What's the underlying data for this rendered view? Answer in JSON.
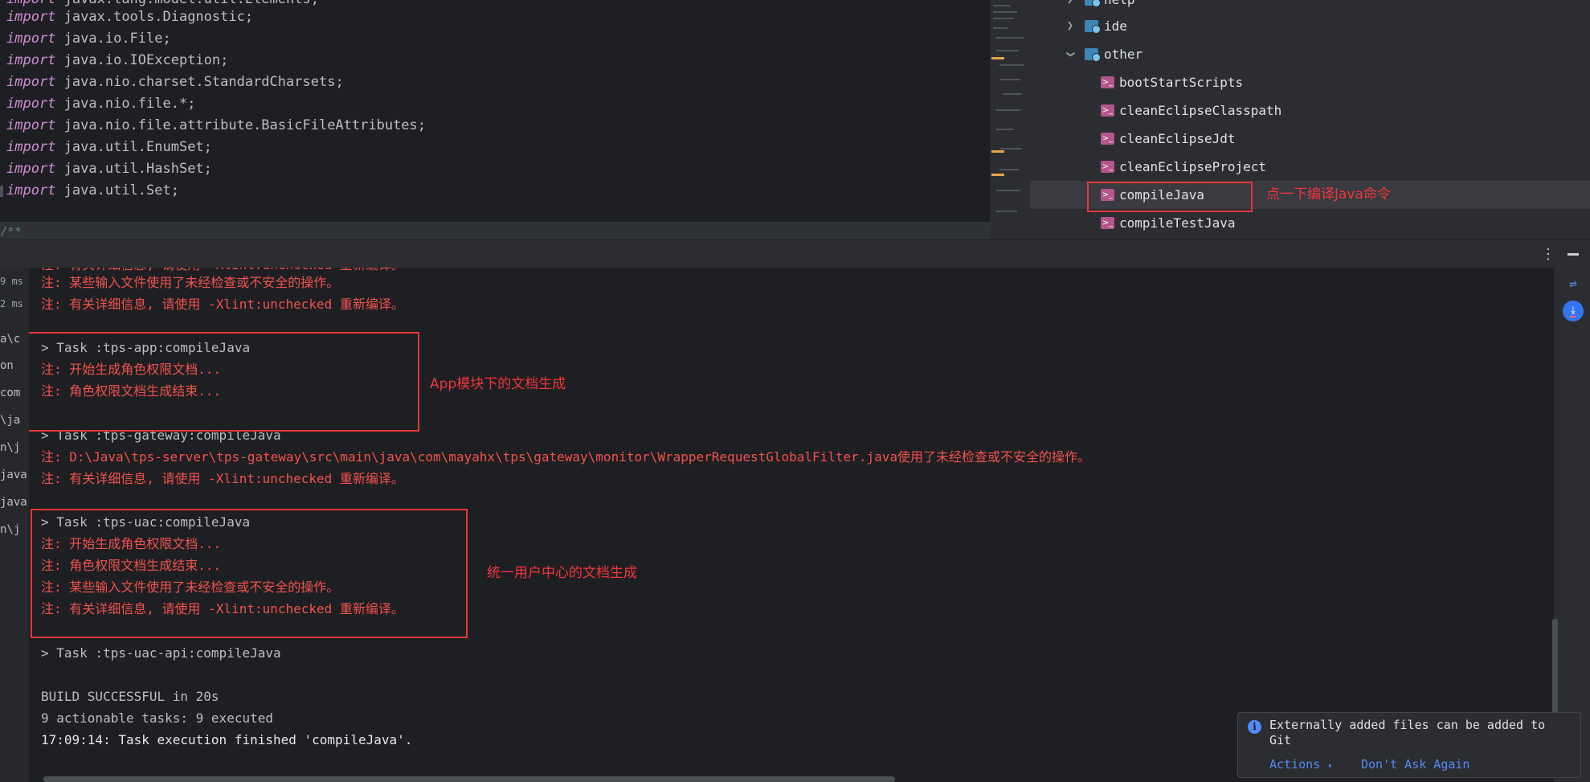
{
  "editor": {
    "imports": [
      {
        "kw": "import",
        "path": "javax.tools.Diagnostic",
        "end": ";"
      },
      {
        "kw": "import",
        "path": "java.io.File",
        "end": ";"
      },
      {
        "kw": "import",
        "path": "java.io.IOException",
        "end": ";"
      },
      {
        "kw": "import",
        "path": "java.nio.charset.StandardCharsets",
        "end": ";"
      },
      {
        "kw": "import",
        "path": "java.nio.file.*",
        "end": ";"
      },
      {
        "kw": "import",
        "path": "java.nio.file.attribute.BasicFileAttributes",
        "end": ";"
      },
      {
        "kw": "import",
        "path": "java.util.EnumSet",
        "end": ";"
      },
      {
        "kw": "import",
        "path": "java.util.HashSet",
        "end": ";"
      },
      {
        "kw": "import",
        "path": "java.util.Set",
        "end": ";"
      }
    ],
    "comment_start": "/**"
  },
  "tree": {
    "folders": [
      "help",
      "ide",
      "other"
    ],
    "tasks": [
      "bootStartScripts",
      "cleanEclipseClasspath",
      "cleanEclipseJdt",
      "cleanEclipseProject",
      "compileJava",
      "compileTestJava"
    ],
    "task_icon": "terminal-icon",
    "compile_annotation": "点一下编译Java命令"
  },
  "run_left": {
    "fragments": [
      "9 ms",
      "2 ms",
      "a\\c",
      "on",
      "com",
      "\\ja",
      "n\\j",
      "java",
      "java",
      "n\\j"
    ]
  },
  "console": {
    "lines": [
      "注: 有关详细信息, 请使用 -Xlint:unchecked 重新编译。",
      "注: 某些输入文件使用了未经检查或不安全的操作。",
      "注: 有关详细信息, 请使用 -Xlint:unchecked 重新编译。",
      "> Task :tps-app:compileJava",
      "注: 开始生成角色权限文档...",
      "注: 角色权限文档生成结束...",
      "> Task :tps-gateway:compileJava",
      "注: D:\\Java\\tps-server\\tps-gateway\\src\\main\\java\\com\\mayahx\\tps\\gateway\\monitor\\WrapperRequestGlobalFilter.java使用了未经检查或不安全的操作。",
      "注: 有关详细信息, 请使用 -Xlint:unchecked 重新编译。",
      "> Task :tps-uac:compileJava",
      "注: 开始生成角色权限文档...",
      "注: 角色权限文档生成结束...",
      "注: 某些输入文件使用了未经检查或不安全的操作。",
      "注: 有关详细信息, 请使用 -Xlint:unchecked 重新编译。",
      "> Task :tps-uac-api:compileJava",
      "BUILD SUCCESSFUL in 20s",
      "9 actionable tasks: 9 executed",
      "17:09:14: Task execution finished 'compileJava'."
    ],
    "annotations": {
      "app": "App模块下的文档生成",
      "uac": "统一用户中心的文档生成"
    }
  },
  "notification": {
    "text": "Externally added files can be added to Git",
    "actions_label": "Actions",
    "dont_ask_label": "Don't Ask Again"
  },
  "colors": {
    "accent": "#3574f0",
    "annotation_red": "#e8353a",
    "console_red": "#f0524f",
    "keyword": "#cf8ed6"
  }
}
